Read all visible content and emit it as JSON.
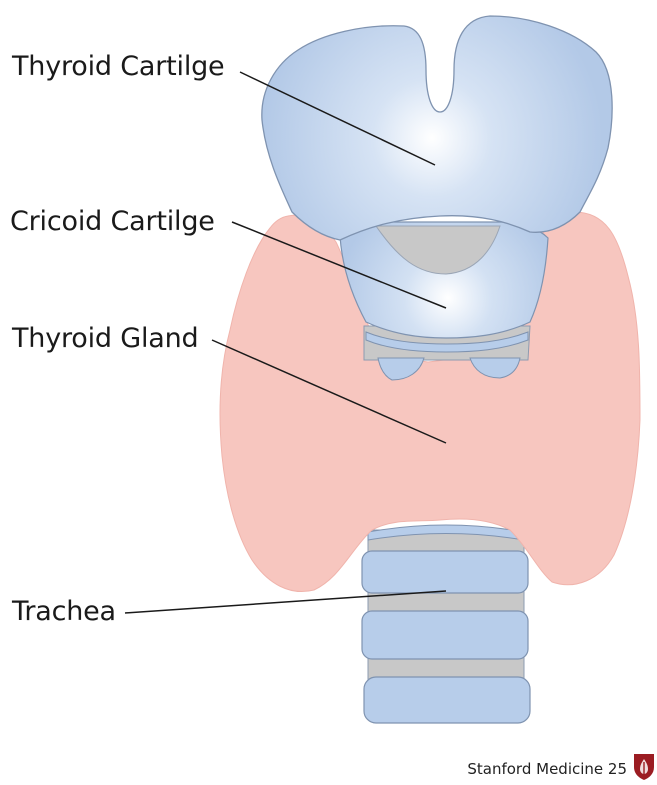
{
  "labels": {
    "thyroid_cartilage": "Thyroid Cartilge",
    "cricoid_cartilage": "Cricoid Cartilge",
    "thyroid_gland": "Thyroid Gland",
    "trachea": "Trachea"
  },
  "credit": "Stanford Medicine 25",
  "colors": {
    "cartilage_blue": "#b7cdea",
    "cartilage_edge": "#7f93b0",
    "gland_pink": "#f7c6bf",
    "ring_gray": "#c8c8c8",
    "brand_red": "#9b1c22"
  }
}
